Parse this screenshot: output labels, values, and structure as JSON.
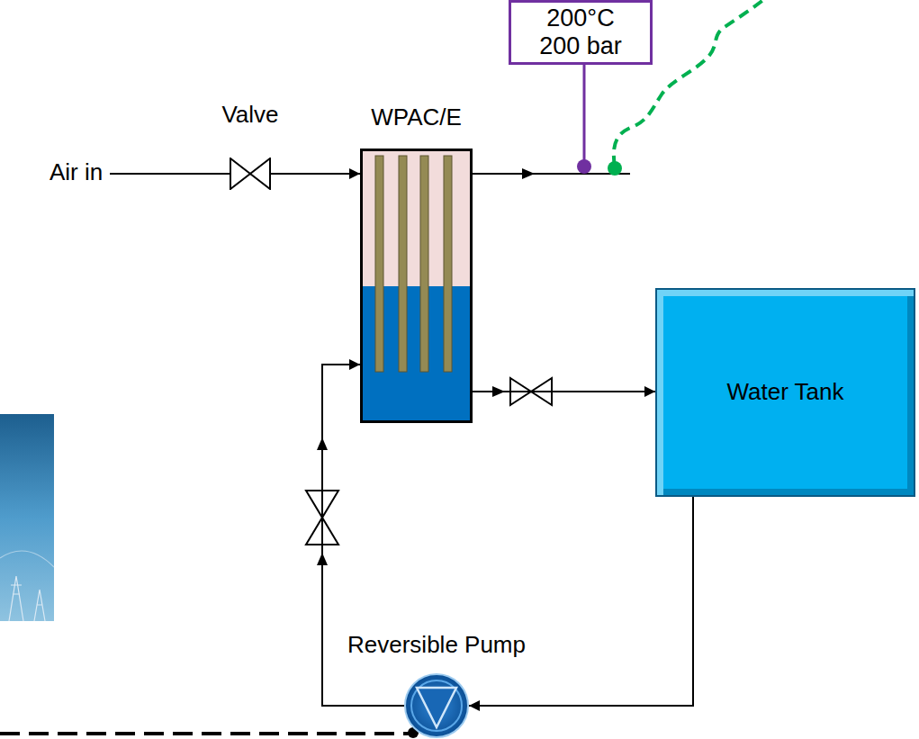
{
  "diagram": {
    "nodes": [
      {
        "text": [
          "200°C 200 bar"
        ]
      },
      {
        "text": [
          "Valve"
        ]
      },
      {
        "text": [
          "WPAC/E"
        ]
      },
      {
        "text": [
          "Water Tank"
        ]
      },
      {
        "text": [
          "Reversible Pump"
        ]
      }
    ],
    "edges": [
      {
        "from": 1,
        "to": 2,
        "arrow": "to"
      },
      {
        "from": 2,
        "to": 3,
        "arrow": "to"
      },
      {
        "from": 3,
        "to": 4,
        "arrow": "to"
      },
      {
        "from": 4,
        "to": 2,
        "arrow": "to"
      }
    ],
    "labels": [
      "Air in"
    ]
  }
}
